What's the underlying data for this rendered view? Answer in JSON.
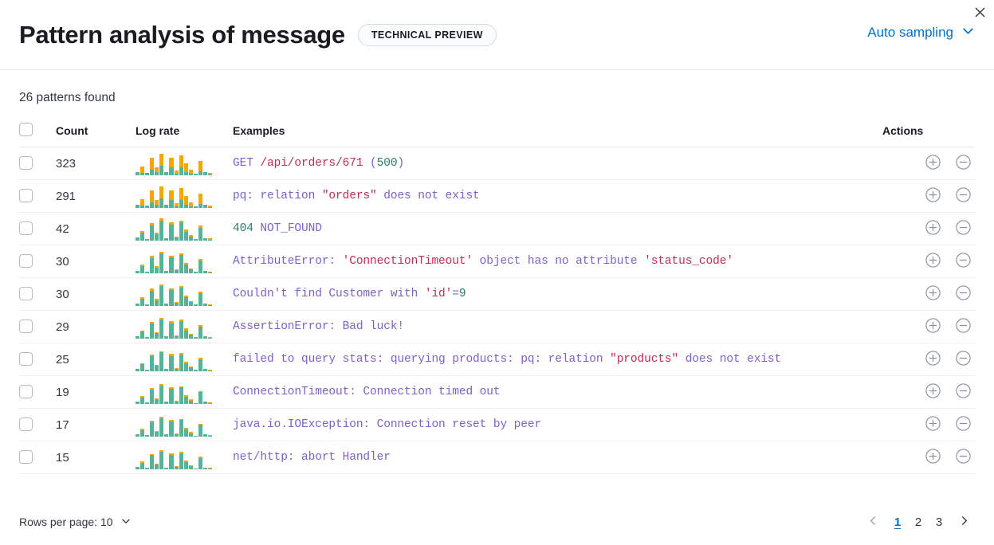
{
  "header": {
    "title": "Pattern analysis of message",
    "badge": "TECHNICAL PREVIEW",
    "sampling_label": "Auto sampling",
    "close_icon": "close-icon",
    "chevron_icon": "chevron-down-icon",
    "accent_color": "#0071c2"
  },
  "summary": {
    "patterns_found": "26 patterns found"
  },
  "table": {
    "columns": {
      "count": "Count",
      "log_rate": "Log rate",
      "examples": "Examples",
      "actions": "Actions"
    },
    "colors": {
      "bar_base": "#54b399",
      "bar_top": "#f7a700"
    },
    "rows": [
      {
        "count": "323",
        "example_parts": [
          {
            "t": "GET ",
            "c": "base"
          },
          {
            "t": "/api/orders/671",
            "c": "str"
          },
          {
            "t": " (",
            "c": "base"
          },
          {
            "t": "500",
            "c": "num"
          },
          {
            "t": ")",
            "c": "base"
          }
        ],
        "spark": [
          [
            12,
            0
          ],
          [
            30,
            22
          ],
          [
            8,
            0
          ],
          [
            58,
            40
          ],
          [
            28,
            18
          ],
          [
            72,
            40
          ],
          [
            10,
            0
          ],
          [
            60,
            34
          ],
          [
            16,
            10
          ],
          [
            66,
            38
          ],
          [
            40,
            30
          ],
          [
            20,
            14
          ],
          [
            6,
            0
          ],
          [
            48,
            34
          ],
          [
            10,
            0
          ],
          [
            8,
            5
          ]
        ]
      },
      {
        "count": "291",
        "example_parts": [
          {
            "t": "pq: relation ",
            "c": "base"
          },
          {
            "t": "\"orders\"",
            "c": "str"
          },
          {
            "t": " does not exist",
            "c": "base"
          }
        ],
        "spark": [
          [
            12,
            0
          ],
          [
            30,
            22
          ],
          [
            8,
            0
          ],
          [
            58,
            40
          ],
          [
            28,
            18
          ],
          [
            72,
            40
          ],
          [
            10,
            0
          ],
          [
            60,
            34
          ],
          [
            16,
            10
          ],
          [
            66,
            38
          ],
          [
            40,
            30
          ],
          [
            20,
            14
          ],
          [
            6,
            0
          ],
          [
            48,
            34
          ],
          [
            10,
            0
          ],
          [
            8,
            5
          ]
        ]
      },
      {
        "count": "42",
        "example_parts": [
          {
            "t": "404",
            "c": "num"
          },
          {
            "t": " NOT_FOUND",
            "c": "base"
          }
        ],
        "spark": [
          [
            10,
            0
          ],
          [
            32,
            6
          ],
          [
            6,
            0
          ],
          [
            60,
            8
          ],
          [
            26,
            4
          ],
          [
            74,
            6
          ],
          [
            8,
            0
          ],
          [
            62,
            8
          ],
          [
            14,
            4
          ],
          [
            68,
            6
          ],
          [
            38,
            8
          ],
          [
            18,
            4
          ],
          [
            5,
            0
          ],
          [
            50,
            6
          ],
          [
            9,
            0
          ],
          [
            7,
            3
          ]
        ]
      },
      {
        "count": "30",
        "example_parts": [
          {
            "t": "AttributeError: ",
            "c": "base"
          },
          {
            "t": "'ConnectionTimeout'",
            "c": "str"
          },
          {
            "t": " object has no attribute ",
            "c": "base"
          },
          {
            "t": "'status_code'",
            "c": "str"
          }
        ],
        "spark": [
          [
            9,
            0
          ],
          [
            30,
            5
          ],
          [
            6,
            0
          ],
          [
            58,
            6
          ],
          [
            24,
            4
          ],
          [
            72,
            5
          ],
          [
            8,
            0
          ],
          [
            60,
            6
          ],
          [
            13,
            3
          ],
          [
            66,
            5
          ],
          [
            36,
            6
          ],
          [
            17,
            3
          ],
          [
            5,
            0
          ],
          [
            48,
            5
          ],
          [
            8,
            0
          ],
          [
            6,
            2
          ]
        ]
      },
      {
        "count": "30",
        "example_parts": [
          {
            "t": "Couldn't find Customer with ",
            "c": "base"
          },
          {
            "t": "'id'",
            "c": "str"
          },
          {
            "t": "=",
            "c": "base"
          },
          {
            "t": "9",
            "c": "num"
          }
        ],
        "spark": [
          [
            9,
            0
          ],
          [
            30,
            5
          ],
          [
            6,
            0
          ],
          [
            58,
            6
          ],
          [
            24,
            4
          ],
          [
            72,
            5
          ],
          [
            8,
            0
          ],
          [
            60,
            6
          ],
          [
            13,
            3
          ],
          [
            66,
            5
          ],
          [
            36,
            6
          ],
          [
            17,
            3
          ],
          [
            5,
            0
          ],
          [
            48,
            5
          ],
          [
            8,
            0
          ],
          [
            6,
            2
          ]
        ]
      },
      {
        "count": "29",
        "example_parts": [
          {
            "t": "AssertionError: Bad luck!",
            "c": "base"
          }
        ],
        "spark": [
          [
            9,
            0
          ],
          [
            28,
            5
          ],
          [
            6,
            0
          ],
          [
            56,
            6
          ],
          [
            22,
            4
          ],
          [
            70,
            5
          ],
          [
            8,
            0
          ],
          [
            58,
            6
          ],
          [
            12,
            3
          ],
          [
            64,
            5
          ],
          [
            34,
            6
          ],
          [
            16,
            3
          ],
          [
            5,
            0
          ],
          [
            46,
            5
          ],
          [
            8,
            0
          ],
          [
            6,
            2
          ]
        ]
      },
      {
        "count": "25",
        "example_parts": [
          {
            "t": "failed to query stats: querying products: pq: relation ",
            "c": "base"
          },
          {
            "t": "\"products\"",
            "c": "str"
          },
          {
            "t": " does not exist",
            "c": "base"
          }
        ],
        "spark": [
          [
            8,
            0
          ],
          [
            28,
            5
          ],
          [
            6,
            0
          ],
          [
            56,
            6
          ],
          [
            22,
            4
          ],
          [
            68,
            5
          ],
          [
            7,
            0
          ],
          [
            58,
            6
          ],
          [
            12,
            3
          ],
          [
            62,
            5
          ],
          [
            32,
            6
          ],
          [
            16,
            3
          ],
          [
            5,
            0
          ],
          [
            46,
            5
          ],
          [
            7,
            0
          ],
          [
            6,
            2
          ]
        ]
      },
      {
        "count": "19",
        "example_parts": [
          {
            "t": "ConnectionTimeout: Connection timed out",
            "c": "base"
          }
        ],
        "spark": [
          [
            8,
            0
          ],
          [
            26,
            4
          ],
          [
            5,
            0
          ],
          [
            54,
            5
          ],
          [
            20,
            3
          ],
          [
            66,
            5
          ],
          [
            7,
            0
          ],
          [
            56,
            5
          ],
          [
            11,
            3
          ],
          [
            60,
            4
          ],
          [
            30,
            5
          ],
          [
            15,
            3
          ],
          [
            4,
            0
          ],
          [
            44,
            4
          ],
          [
            7,
            0
          ],
          [
            5,
            2
          ]
        ]
      },
      {
        "count": "17",
        "example_parts": [
          {
            "t": "java.io.IOException: Connection reset by peer",
            "c": "base"
          }
        ],
        "spark": [
          [
            8,
            0
          ],
          [
            26,
            4
          ],
          [
            5,
            0
          ],
          [
            54,
            5
          ],
          [
            20,
            3
          ],
          [
            66,
            5
          ],
          [
            7,
            0
          ],
          [
            56,
            5
          ],
          [
            11,
            3
          ],
          [
            60,
            4
          ],
          [
            30,
            5
          ],
          [
            15,
            3
          ],
          [
            4,
            0
          ],
          [
            44,
            4
          ],
          [
            7,
            0
          ],
          [
            5,
            2
          ]
        ]
      },
      {
        "count": "15",
        "example_parts": [
          {
            "t": "net/http: abort Handler",
            "c": "base"
          }
        ],
        "spark": [
          [
            7,
            0
          ],
          [
            26,
            4
          ],
          [
            5,
            0
          ],
          [
            52,
            5
          ],
          [
            20,
            3
          ],
          [
            64,
            5
          ],
          [
            6,
            0
          ],
          [
            54,
            5
          ],
          [
            10,
            3
          ],
          [
            58,
            4
          ],
          [
            30,
            5
          ],
          [
            14,
            3
          ],
          [
            4,
            0
          ],
          [
            42,
            4
          ],
          [
            6,
            0
          ],
          [
            5,
            2
          ]
        ]
      }
    ],
    "row_actions": {
      "add_filter_icon": "plus-in-circle-icon",
      "remove_filter_icon": "minus-in-circle-icon"
    }
  },
  "footer": {
    "rows_per_page_label": "Rows per page: 10",
    "pages": [
      "1",
      "2",
      "3"
    ],
    "active_page": "1",
    "prev_icon": "chevron-left-icon",
    "next_icon": "chevron-right-icon"
  }
}
